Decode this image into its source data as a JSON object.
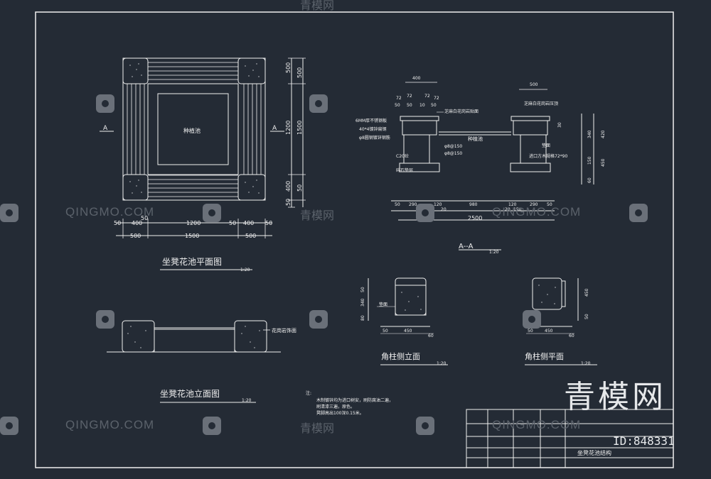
{
  "drawing": {
    "plan": {
      "title": "坐凳花池平面图",
      "scale": "1:20",
      "center_label": "种植池",
      "section_left": "A",
      "section_right": "A",
      "dims_top": [
        "50",
        "400",
        "50",
        "1200",
        "50",
        "400",
        "50"
      ],
      "dims_bottom": [
        "500",
        "1500",
        "500"
      ],
      "dims_right": [
        "500",
        "1200",
        "1500",
        "500",
        "50",
        "400",
        "50"
      ]
    },
    "elevation": {
      "title": "坐凳花池立面图",
      "scale": "1:20",
      "callout": "花岗岩饰面"
    },
    "section": {
      "title": "A--A",
      "scale": "1:20",
      "top_dim": "400",
      "top_dim2": "500",
      "left_top_dims": [
        "72",
        "72",
        "72",
        "72",
        "50",
        "50",
        "10",
        "50"
      ],
      "callouts_left": [
        "6MM厚不锈钢板",
        "40*4镀锌扁钢",
        "φ8圆钢镀锌钢筋",
        "C20砼",
        "碎石垫层"
      ],
      "callouts_mid": [
        "芝麻白花岗岩贴面",
        "φ8@150",
        "φ8@150"
      ],
      "center_label": "种植池",
      "callouts_right": [
        "芝麻白花岗岩压顶",
        "进口方木规格72*90",
        "垫面"
      ],
      "right_dims": [
        "30",
        "340",
        "420",
        "150",
        "60",
        "450"
      ],
      "bottom_dims": [
        "50",
        "290",
        "120",
        "980",
        "120",
        "290",
        "50"
      ],
      "sub_dims": [
        "150",
        "20",
        "20",
        "150"
      ],
      "total": "2500"
    },
    "pillar_side": {
      "title": "角柱侧立面",
      "scale": "1:20",
      "callout": "垫面",
      "dims_left": [
        "50",
        "340",
        "80"
      ],
      "dims_bottom": [
        "50",
        "450",
        "60"
      ]
    },
    "pillar_plan": {
      "title": "角柱侧平面",
      "scale": "1:20",
      "dims_right": [
        "450",
        "50"
      ],
      "dims_bottom": [
        "50",
        "450",
        "60"
      ]
    },
    "notes": {
      "heading": "注:",
      "lines": [
        "木制镀锌均为进口树安，刷防腐油二遍，",
        "刷清漆三遍，原色。",
        "凳脚高出100深0.15米。"
      ]
    },
    "title_block": {
      "drawing_name": "坐凳花池结构"
    }
  },
  "watermarks": {
    "latin": "QINGMO.COM",
    "cn": "青模网",
    "brand": "青模网",
    "id": "ID:848331"
  },
  "colors": {
    "background": "#242b35",
    "lines": "#f2f2f2",
    "watermark": "#5b626b"
  }
}
